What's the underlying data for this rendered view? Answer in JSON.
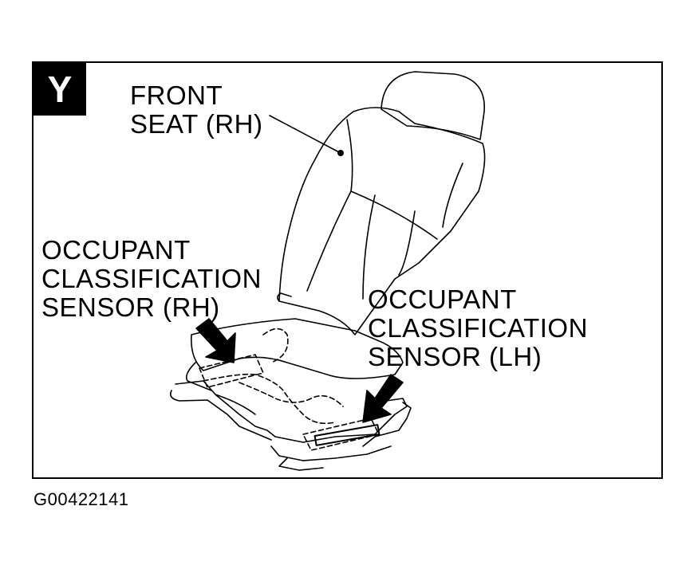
{
  "badge": "Y",
  "labels": {
    "front_seat": [
      "FRONT",
      "SEAT (RH)"
    ],
    "sensor_rh": [
      "OCCUPANT",
      "CLASSIFICATION",
      "SENSOR (RH)"
    ],
    "sensor_lh": [
      "OCCUPANT",
      "CLASSIFICATION",
      "SENSOR (LH)"
    ]
  },
  "figure_id": "G00422141"
}
